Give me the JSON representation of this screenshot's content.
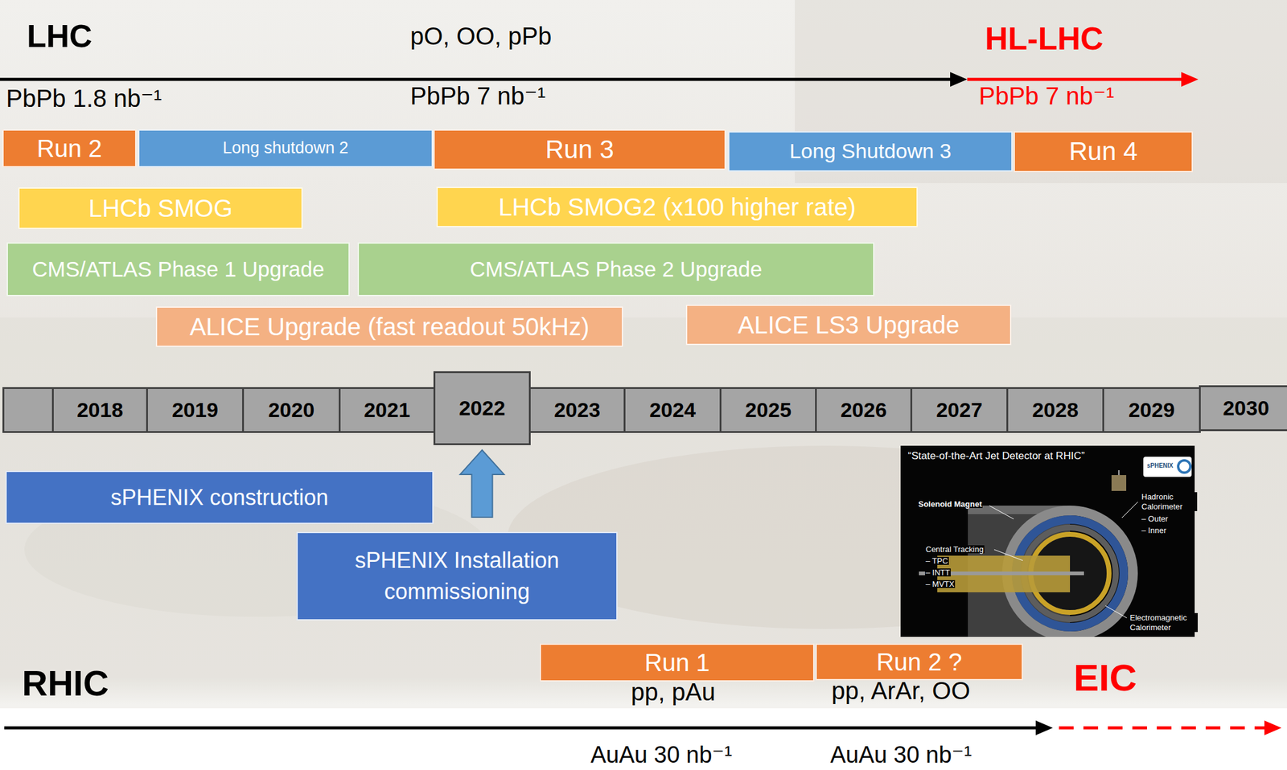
{
  "diagram": {
    "nodes": [
      {
        "text": [
          "Run 2"
        ]
      },
      {
        "text": [
          "Long shutdown 2"
        ]
      },
      {
        "text": [
          "Run 3"
        ]
      },
      {
        "text": [
          "Long Shutdown 3"
        ]
      },
      {
        "text": [
          "Run 4"
        ]
      },
      {
        "text": [
          "LHCb SMOG"
        ]
      },
      {
        "text": [
          "LHCb SMOG2 (x100 higher rate)"
        ]
      },
      {
        "text": [
          "CMS/ATLAS Phase 1 Upgrade"
        ]
      },
      {
        "text": [
          "CMS/ATLAS Phase 2 Upgrade"
        ]
      },
      {
        "text": [
          "ALICE Upgrade (fast readout 50kHz)"
        ]
      },
      {
        "text": [
          "ALICE LS3 Upgrade"
        ]
      },
      {
        "text": [
          "2018"
        ]
      },
      {
        "text": [
          "2019"
        ]
      },
      {
        "text": [
          "2020"
        ]
      },
      {
        "text": [
          "2021"
        ]
      },
      {
        "text": [
          "2022"
        ]
      },
      {
        "text": [
          "2023"
        ]
      },
      {
        "text": [
          "2024"
        ]
      },
      {
        "text": [
          "2025"
        ]
      },
      {
        "text": [
          "2026"
        ]
      },
      {
        "text": [
          "2027"
        ]
      },
      {
        "text": [
          "2028"
        ]
      },
      {
        "text": [
          "2029"
        ]
      },
      {
        "text": [
          "2030"
        ]
      },
      {
        "text": [
          "sPHENIX construction"
        ]
      },
      {
        "text": [
          "sPHENIX Installation commissioning"
        ]
      },
      {
        "text": [
          "Run 1"
        ]
      },
      {
        "text": [
          "Run 2 ?"
        ]
      }
    ],
    "edges": [
      {
        "from": 25,
        "to": 15,
        "arrow": "to"
      }
    ],
    "labels": [
      "LHC",
      "pO, OO, pPb",
      "HL-LHC",
      "PbPb 1.8 nb⁻¹",
      "PbPb 7 nb⁻¹",
      "PbPb 7 nb⁻¹",
      "“State-of-the-Art Jet Detector at RHIC”",
      "sPHENIX",
      "Hadronic Calorimeter",
      "– Outer",
      "– Inner",
      "Solenoid Magnet",
      "Central Tracking",
      "– TPC",
      "– INTT",
      "– MVTX",
      "Electromagnetic Calorimeter",
      "RHIC",
      "EIC",
      "pp, pAu",
      "pp, ArAr, OO",
      "AuAu 30 nb⁻¹",
      "AuAu 30 nb⁻¹"
    ]
  }
}
